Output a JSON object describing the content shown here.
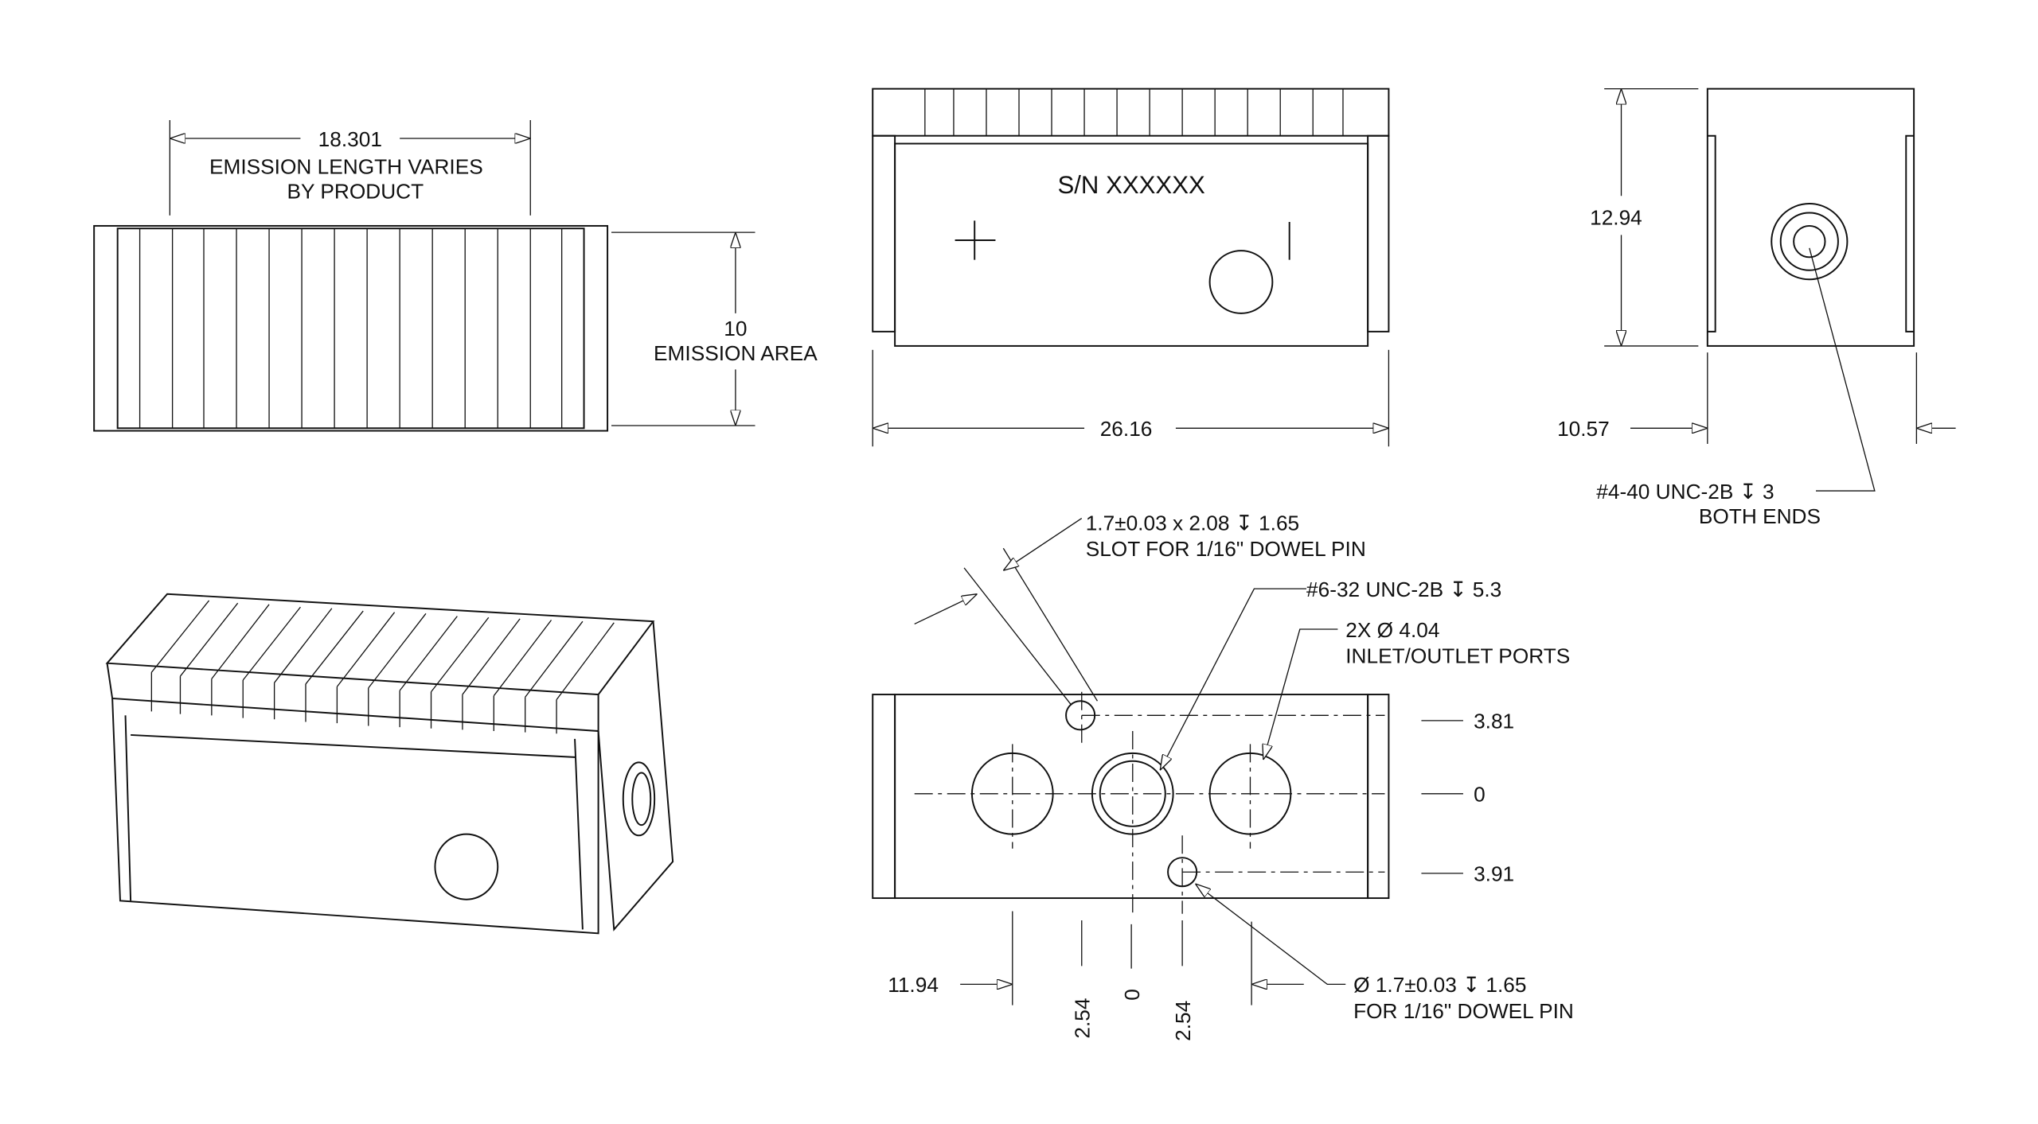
{
  "top_view": {
    "dim_length": "18.301",
    "note_line1": "EMISSION LENGTH VARIES",
    "note_line2": "BY PRODUCT",
    "dim_height": "10",
    "dim_height_note": "EMISSION AREA"
  },
  "front_view": {
    "serial": "S/N XXXXXX",
    "dim_width": "26.16"
  },
  "end_view": {
    "dim_height": "12.94",
    "dim_width": "10.57",
    "thread_note": "#4-40 UNC-2B ↧ 3",
    "thread_note2": "BOTH ENDS"
  },
  "bottom_view": {
    "slot_note": "1.7±0.03    x 2.08 ↧  1.65",
    "slot_note2": "SLOT FOR 1/16\" DOWEL PIN",
    "thread_note": "#6-32 UNC-2B ↧  5.3",
    "port_note": "2X Ø 4.04",
    "port_note2": "INLET/OUTLET PORTS",
    "right_dims": [
      "3.81",
      "0",
      "3.91"
    ],
    "bottom_dims": [
      "11.94",
      "2.54",
      "0",
      "2.54"
    ],
    "pin_note": "Ø 1.7±0.03   ↧ 1.65",
    "pin_note2": "FOR 1/16\" DOWEL PIN"
  }
}
